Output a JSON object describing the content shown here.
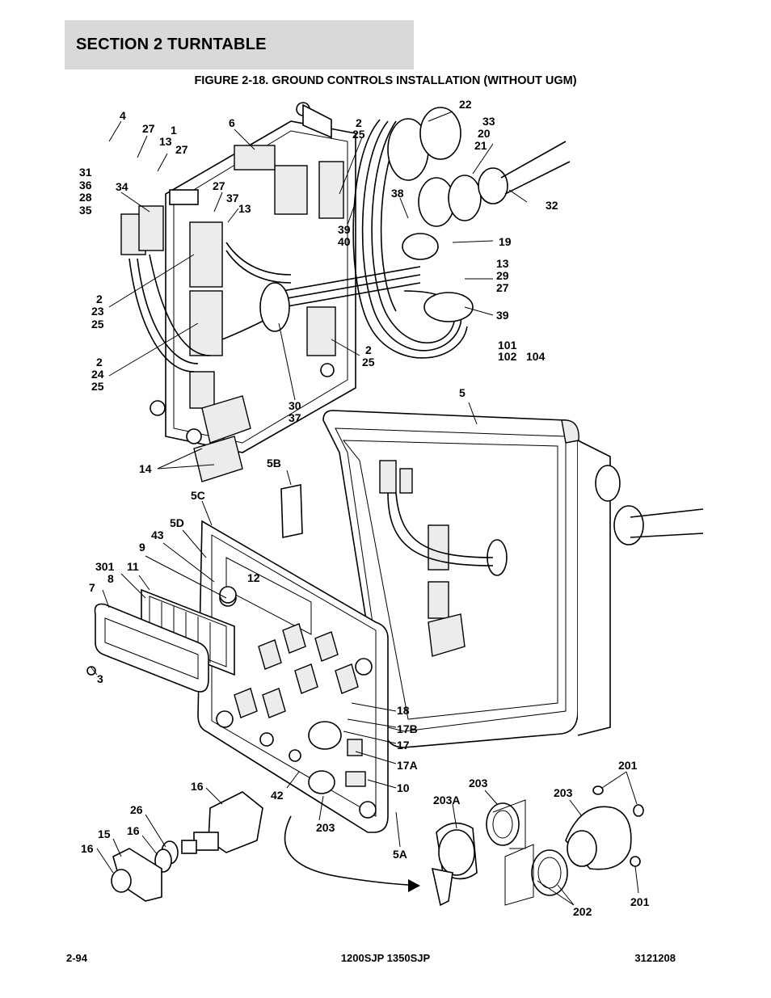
{
  "header": {
    "section_title": "SECTION 2   TURNTABLE"
  },
  "figure": {
    "title": "FIGURE 2-18. GROUND CONTROLS INSTALLATION (WITHOUT UGM)",
    "callouts": [
      {
        "label": "4"
      },
      {
        "label": "27"
      },
      {
        "label": "1"
      },
      {
        "label": "13"
      },
      {
        "label": "27"
      },
      {
        "label": "6"
      },
      {
        "label": "2"
      },
      {
        "label": "25"
      },
      {
        "label": "22"
      },
      {
        "label": "33"
      },
      {
        "label": "20"
      },
      {
        "label": "21"
      },
      {
        "label": "31"
      },
      {
        "label": "36"
      },
      {
        "label": "28"
      },
      {
        "label": "35"
      },
      {
        "label": "34"
      },
      {
        "label": "27"
      },
      {
        "label": "37"
      },
      {
        "label": "13"
      },
      {
        "label": "38"
      },
      {
        "label": "32"
      },
      {
        "label": "39"
      },
      {
        "label": "40"
      },
      {
        "label": "19"
      },
      {
        "label": "13"
      },
      {
        "label": "29"
      },
      {
        "label": "27"
      },
      {
        "label": "2"
      },
      {
        "label": "23"
      },
      {
        "label": "25"
      },
      {
        "label": "39"
      },
      {
        "label": "101"
      },
      {
        "label": "102"
      },
      {
        "label": "104"
      },
      {
        "label": "2"
      },
      {
        "label": "24"
      },
      {
        "label": "25"
      },
      {
        "label": "2"
      },
      {
        "label": "25"
      },
      {
        "label": "30"
      },
      {
        "label": "37"
      },
      {
        "label": "5"
      },
      {
        "label": "14"
      },
      {
        "label": "5B"
      },
      {
        "label": "5C"
      },
      {
        "label": "5D"
      },
      {
        "label": "43"
      },
      {
        "label": "9"
      },
      {
        "label": "301"
      },
      {
        "label": "11"
      },
      {
        "label": "8"
      },
      {
        "label": "7"
      },
      {
        "label": "12"
      },
      {
        "label": "3"
      },
      {
        "label": "18"
      },
      {
        "label": "17B"
      },
      {
        "label": "17"
      },
      {
        "label": "17A"
      },
      {
        "label": "10"
      },
      {
        "label": "201"
      },
      {
        "label": "16"
      },
      {
        "label": "203"
      },
      {
        "label": "203"
      },
      {
        "label": "203"
      },
      {
        "label": "42"
      },
      {
        "label": "203A"
      },
      {
        "label": "26"
      },
      {
        "label": "16"
      },
      {
        "label": "15"
      },
      {
        "label": "16"
      },
      {
        "label": "203"
      },
      {
        "label": "5A"
      },
      {
        "label": "202"
      },
      {
        "label": "201"
      }
    ]
  },
  "footer": {
    "page_number": "2-94",
    "models": "1200SJP 1350SJP",
    "doc_number": "3121208"
  }
}
